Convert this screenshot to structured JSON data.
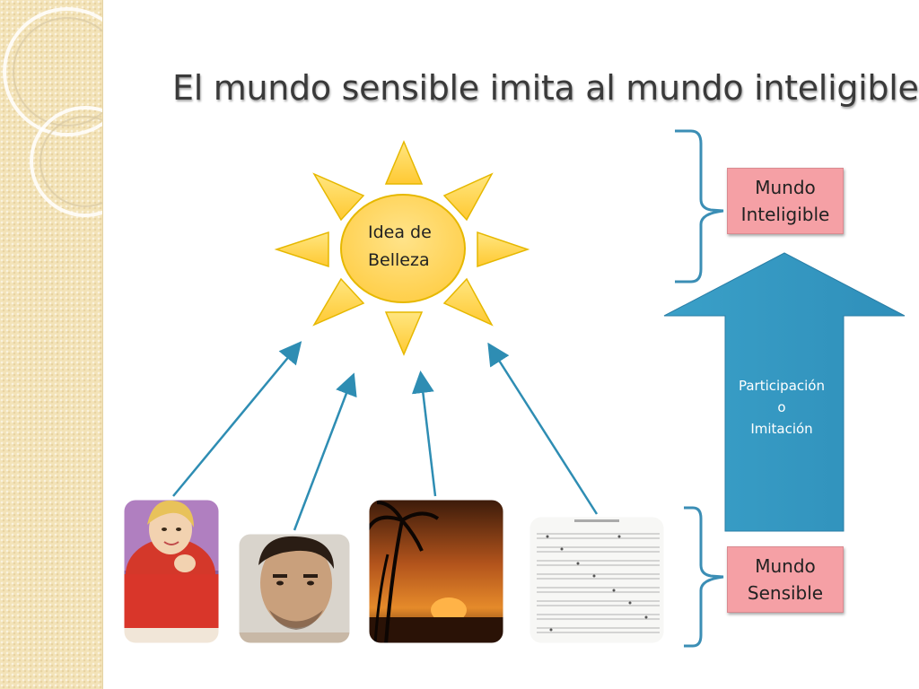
{
  "slide": {
    "title": "El mundo sensible imita al mundo inteligible"
  },
  "sun": {
    "label_line1": "Idea de",
    "label_line2": "Belleza",
    "color_core": "#ffd966",
    "color_ray": "#ffd54f",
    "color_border": "#e6b800"
  },
  "boxes": {
    "inteligible_line1": "Mundo",
    "inteligible_line2": "Inteligible",
    "sensible_line1": "Mundo",
    "sensible_line2": "Sensible",
    "color_fill": "#f5a0a5"
  },
  "big_arrow": {
    "line1": "Participación",
    "line2": "o",
    "line3": "Imitación",
    "color": "#3b9ac1"
  },
  "photos": [
    {
      "subject": "woman-in-red-photo"
    },
    {
      "subject": "man-portrait-photo"
    },
    {
      "subject": "sunset-palms-photo"
    },
    {
      "subject": "sheet-music-photo"
    }
  ],
  "colors": {
    "connector": "#2e8db3",
    "bracket": "#3b8eb5",
    "sidebar": "#f3e3b8"
  }
}
